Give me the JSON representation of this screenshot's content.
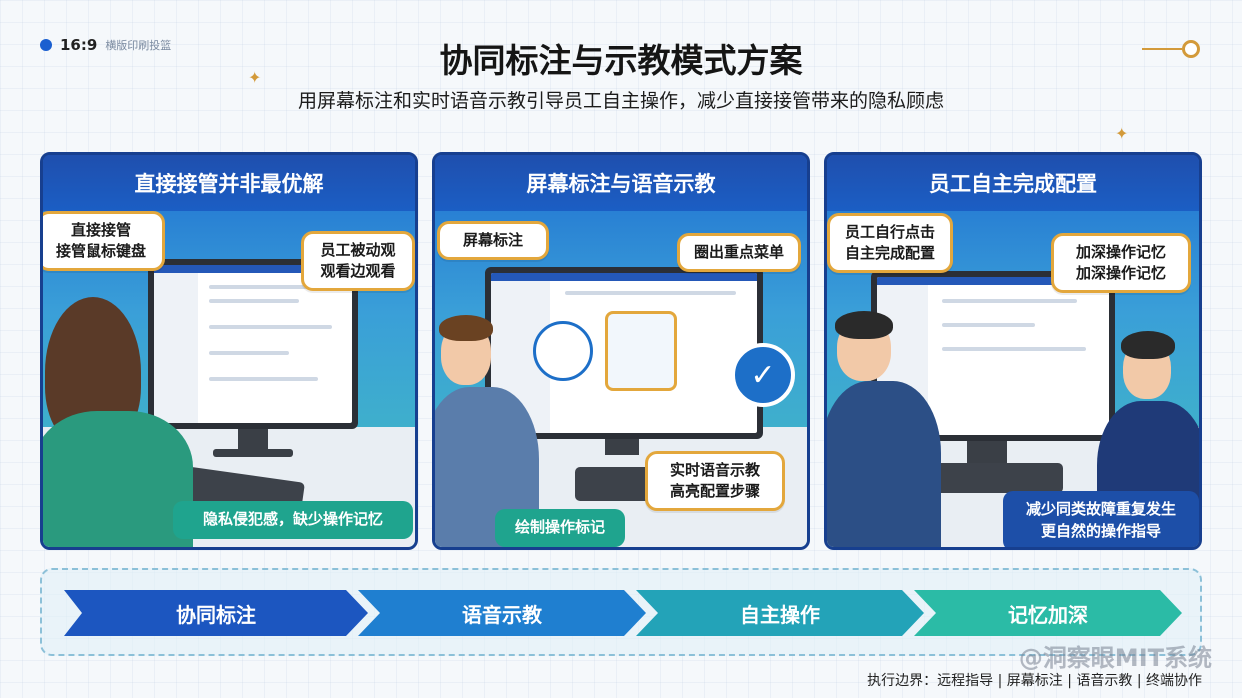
{
  "header": {
    "ratio": "16:9",
    "sub": "横版印刷投篮",
    "title": "协同标注与示教模式方案",
    "subtitle": "用屏幕标注和实时语音示教引导员工自主操作，减少直接接管带来的隐私顾虑"
  },
  "panels": [
    {
      "title": "直接接管并非最优解",
      "bubble_left": "直接接管\n接管鼠标键盘",
      "bubble_right": "员工被动观\n观看边观看",
      "badge": "隐私侵犯感，缺少操作记忆"
    },
    {
      "title": "屏幕标注与语音示教",
      "bubble_left": "屏幕标注",
      "bubble_right": "圈出重点菜单",
      "bubble_bottom": "实时语音示教\n高亮配置步骤",
      "badge": "绘制操作标记"
    },
    {
      "title": "员工自主完成配置",
      "bubble_left": "员工自行点击\n自主完成配置",
      "bubble_right": "加深操作记忆\n加深操作记忆",
      "badge": "减少同类故障重复发生\n更自然的操作指导"
    }
  ],
  "flow": {
    "steps": [
      "协同标注",
      "语音示教",
      "自主操作",
      "记忆加深"
    ],
    "colors": [
      "#1c56c0",
      "#1f7fd0",
      "#23a3b8",
      "#2bbba6"
    ]
  },
  "footer": "执行边界：远程指导 | 屏幕标注 | 语音示教 | 终端协作",
  "watermark": "@洞察眼MIT系统",
  "colors": {
    "accent_gold": "#e3a73c",
    "panel_blue": "#1f4fae",
    "badge_green": "#1fa48e",
    "badge_blue": "#1d6fc8"
  }
}
